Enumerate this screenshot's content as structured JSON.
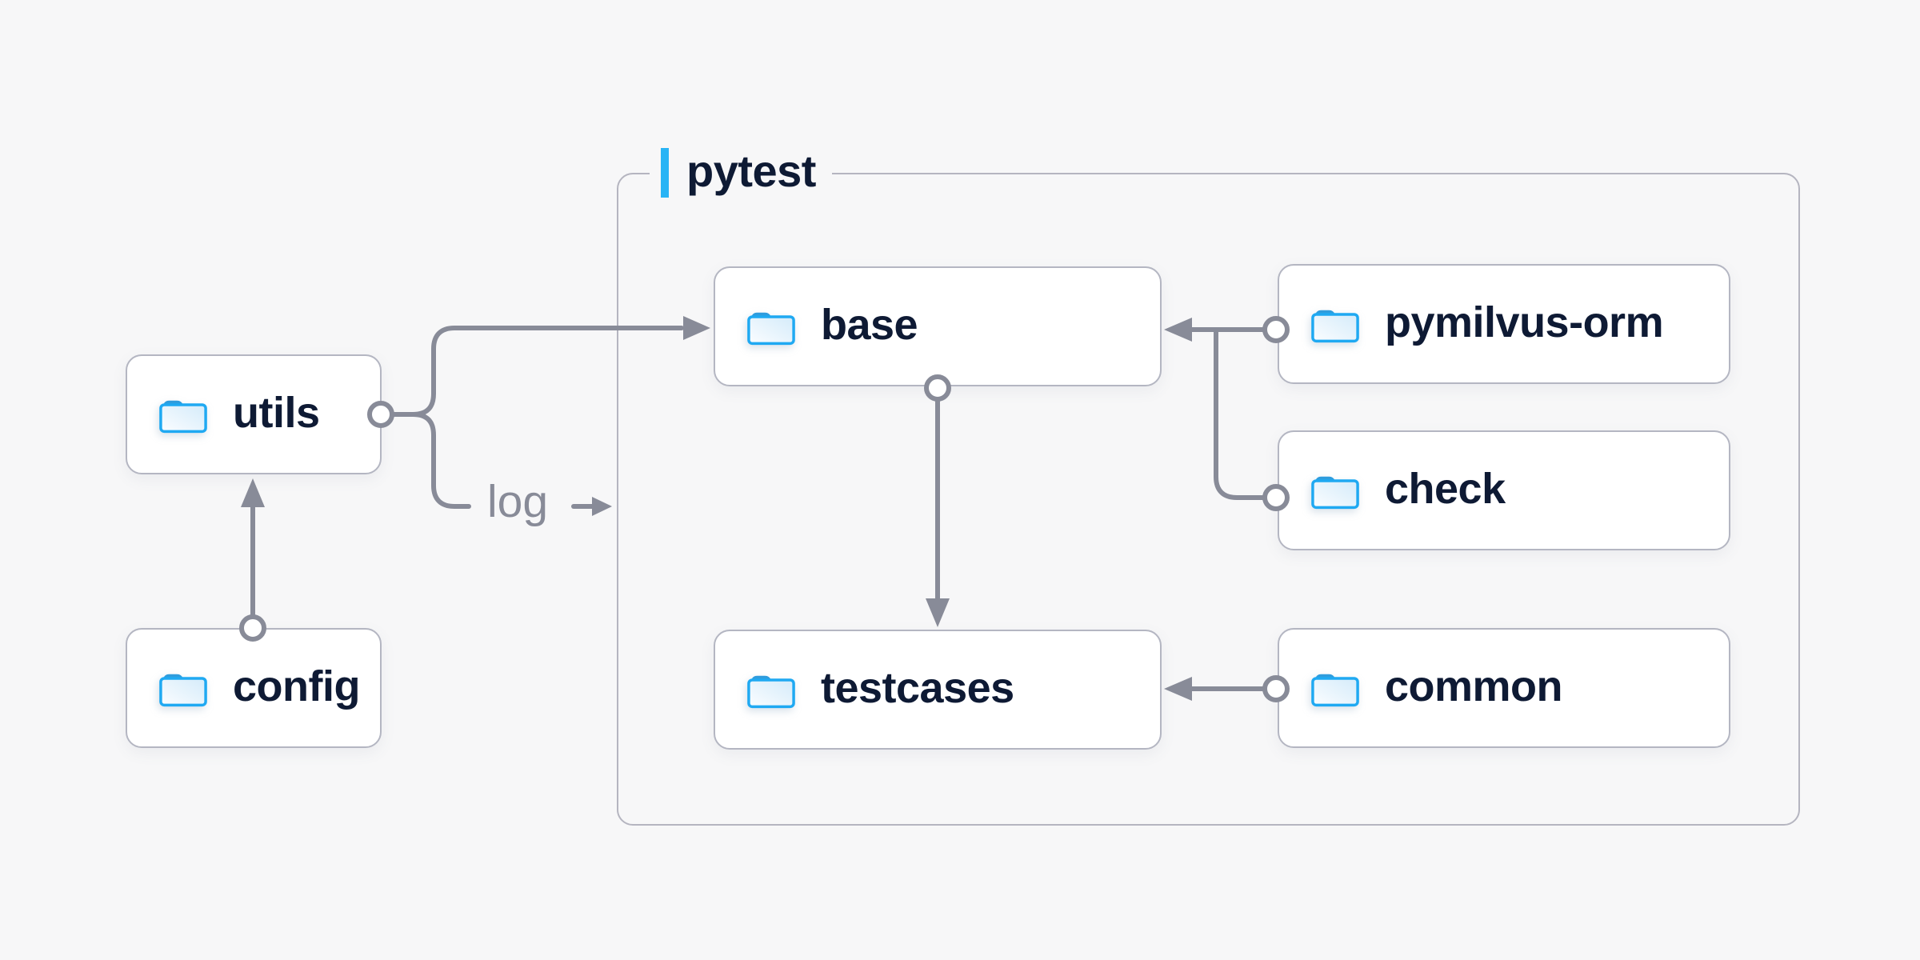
{
  "diagram": {
    "group": {
      "label": "pytest"
    },
    "edge_label": "log",
    "nodes": [
      {
        "id": "utils",
        "label": "utils"
      },
      {
        "id": "config",
        "label": "config"
      },
      {
        "id": "base",
        "label": "base"
      },
      {
        "id": "testcases",
        "label": "testcases"
      },
      {
        "id": "pymilvus-orm",
        "label": "pymilvus-orm"
      },
      {
        "id": "check",
        "label": "check"
      },
      {
        "id": "common",
        "label": "common"
      }
    ],
    "colors": {
      "background": "#f7f7f8",
      "node_fill": "#ffffff",
      "node_border": "#b4b6c2",
      "group_border": "#b5b5c0",
      "connector": "#888b98",
      "node_text": "#0e1a34",
      "edge_label_text": "#888b98",
      "accent_bar": "#29b4f5",
      "folder_outline": "#1fa9f2",
      "folder_tab": "#2f9cdd"
    }
  }
}
